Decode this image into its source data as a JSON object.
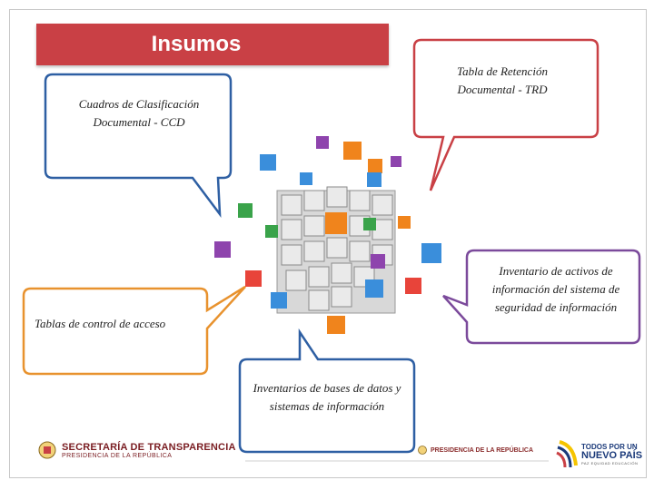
{
  "title": "Insumos",
  "bubbles": {
    "ccd": "Cuadros de Clasificación Documental - CCD",
    "trd": "Tabla de Retención Documental - TRD",
    "acceso": "Tablas de control de acceso",
    "bases": "Inventarios de bases de datos y sistemas de información",
    "activos": "Inventario de activos de información del sistema de seguridad de información"
  },
  "footer": {
    "secretaria_line1": "SECRETARÍA DE TRANSPARENCIA",
    "secretaria_line2": "PRESIDENCIA DE LA REPÚBLICA",
    "presidencia": "PRESIDENCIA DE LA REPÚBLICA",
    "todos_line1": "TODOS POR UN",
    "todos_line2": "NUEVO PAÍS",
    "todos_line3": "PAZ  EQUIDAD  EDUCACIÓN"
  },
  "colors": {
    "title_bar": "#c94045",
    "bubble_ccd": "#2e5fa3",
    "bubble_trd": "#c94045",
    "bubble_acceso": "#e8922e",
    "bubble_bases": "#2e5fa3",
    "bubble_activos": "#7b4a9b"
  }
}
